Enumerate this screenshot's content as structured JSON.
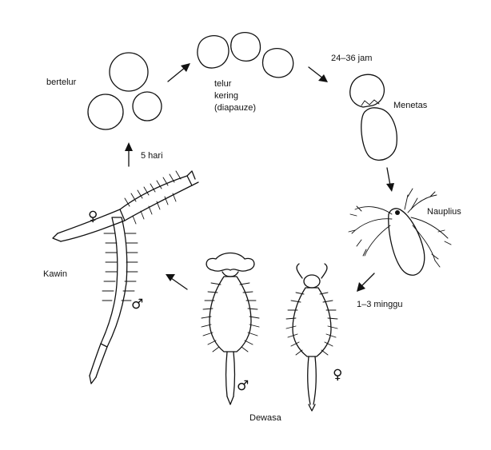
{
  "diagram": {
    "stages": {
      "laying": "bertelur",
      "dry_egg_line1": "telur",
      "dry_egg_line2": "kering",
      "dry_egg_line3": "(diapauze)",
      "hatch_time": "24–36 jam",
      "hatching": "Menetas",
      "nauplius": "Nauplius",
      "growth_time": "1–3 minggu",
      "adult": "Dewasa",
      "mating": "Kawin",
      "to_laying_time": "5 hari"
    },
    "symbols": {
      "female": "♀",
      "male": "♂"
    },
    "colors": {
      "ink": "#111111",
      "background": "#ffffff"
    }
  }
}
